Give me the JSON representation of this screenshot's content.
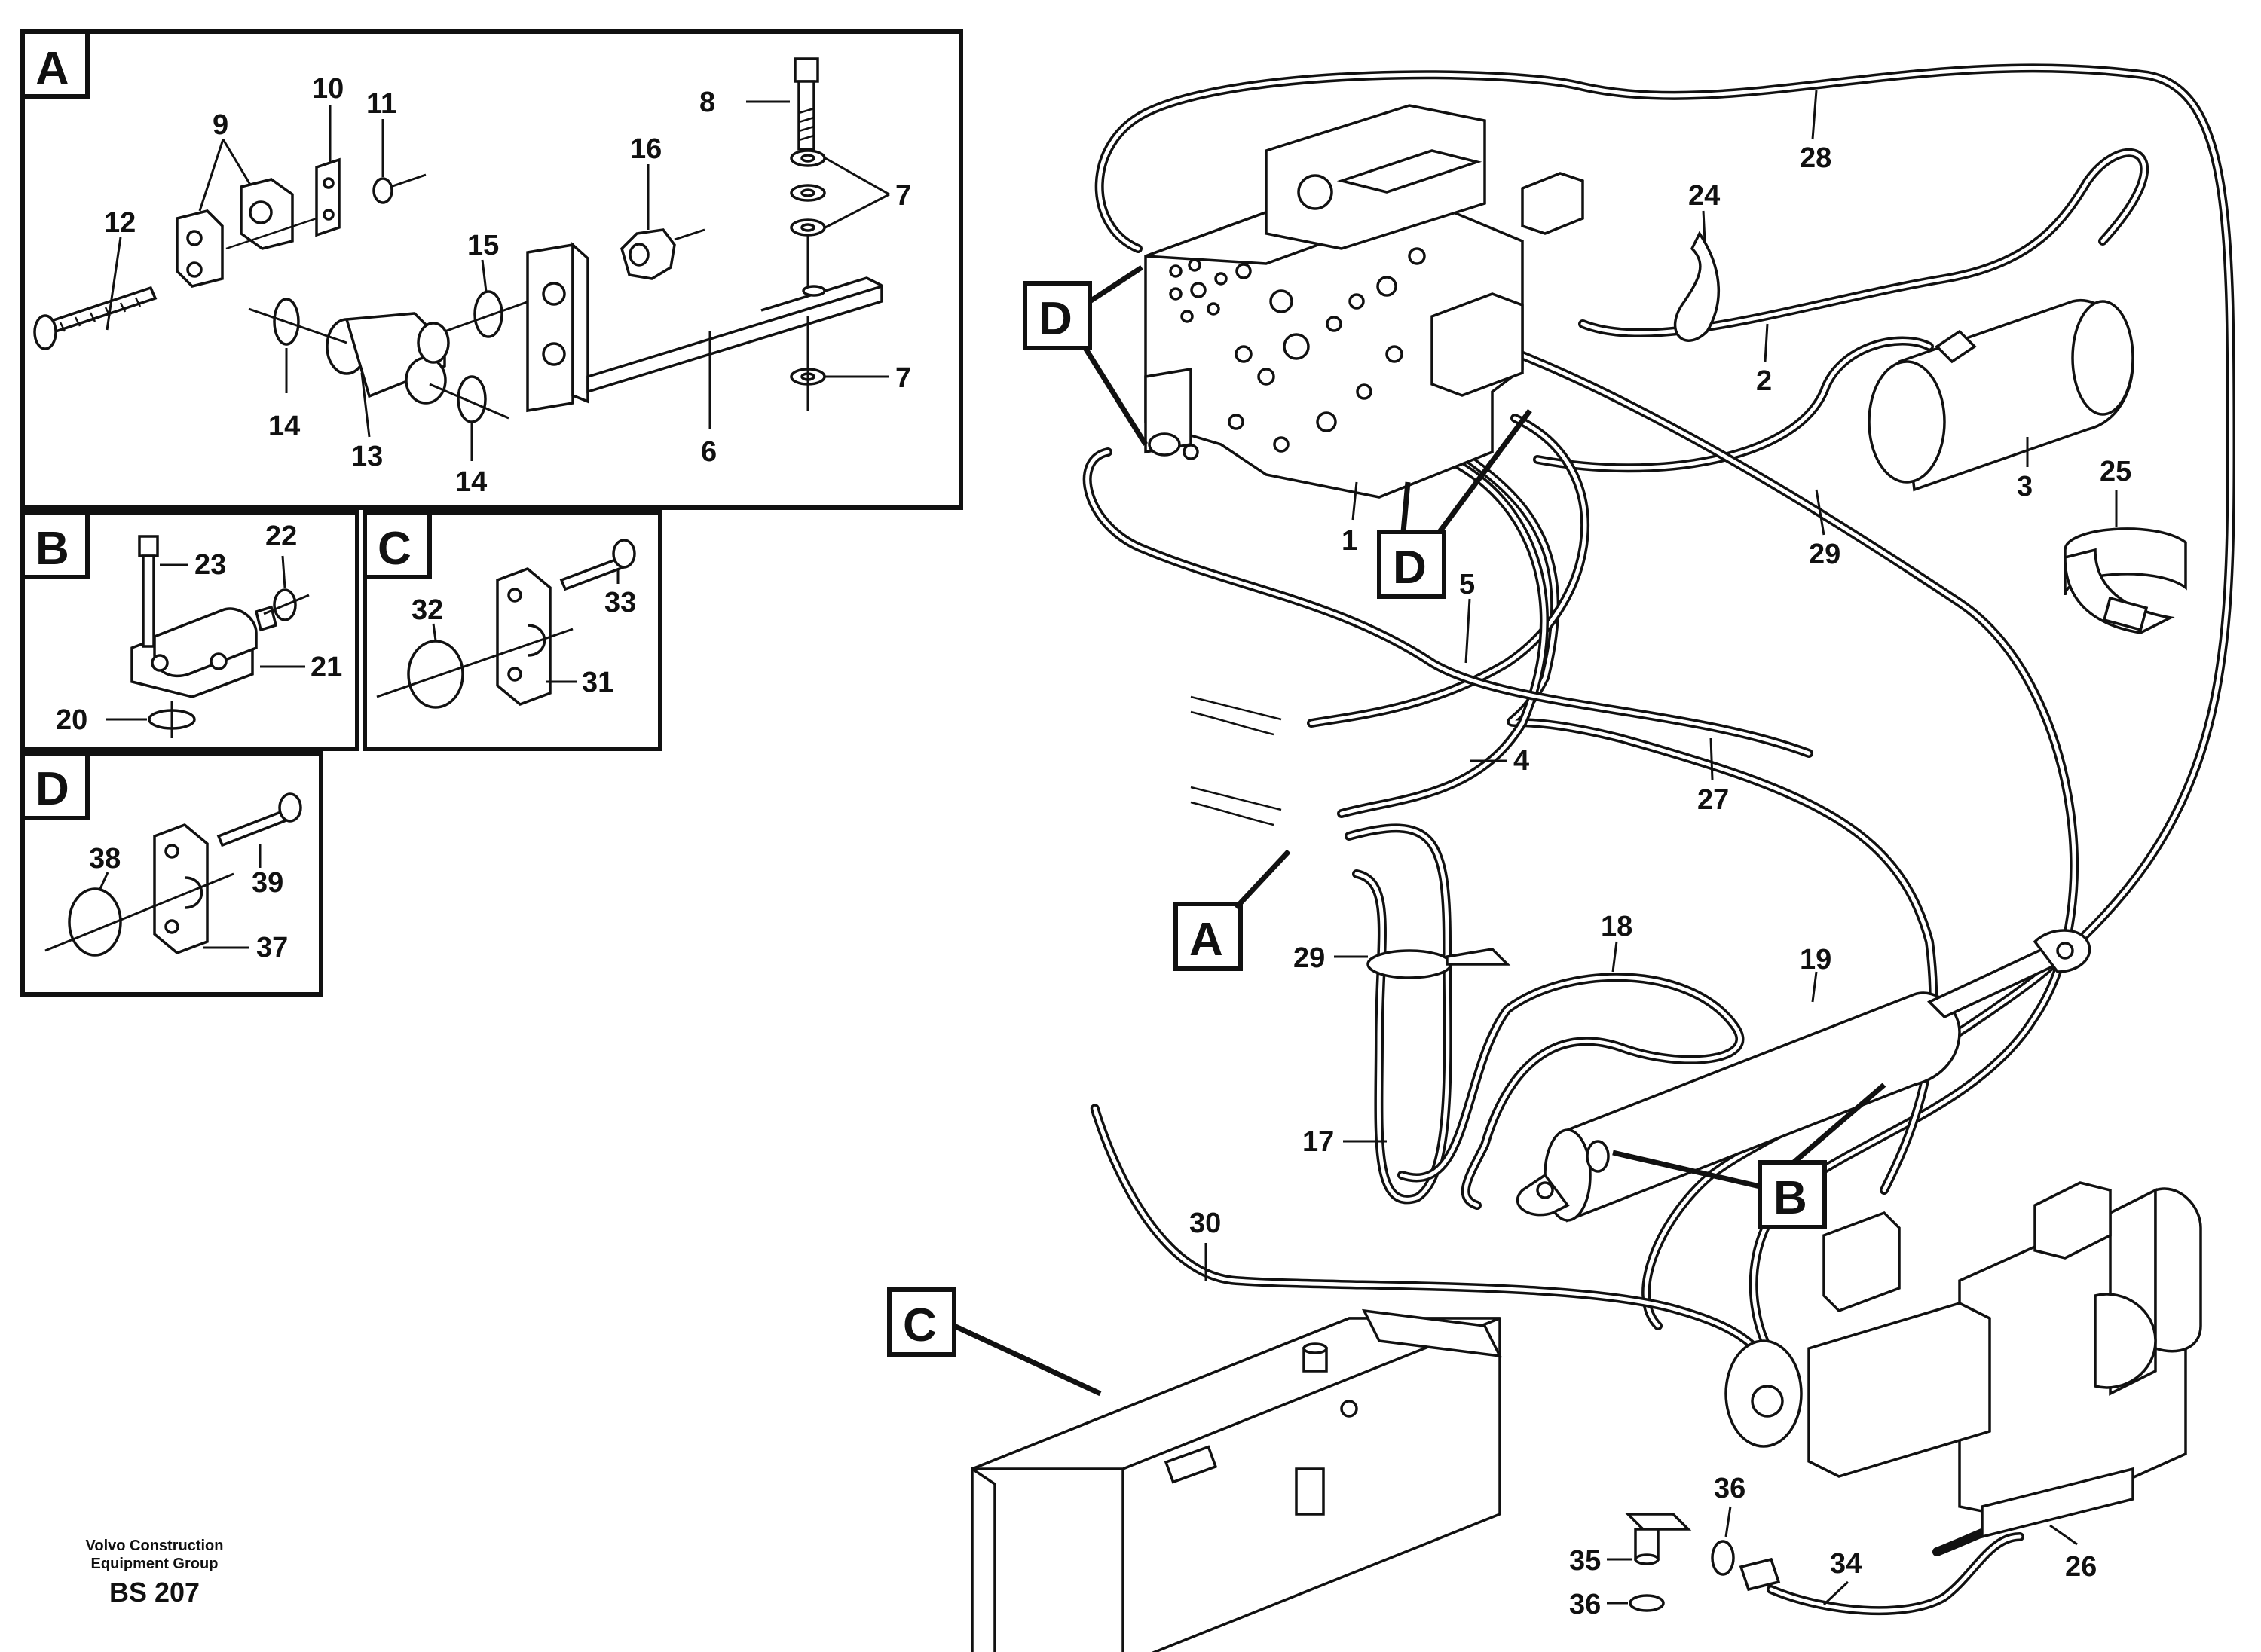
{
  "detail_boxes": {
    "A": {
      "letter": "A",
      "callouts": [
        "8",
        "7",
        "7",
        "16",
        "9",
        "10",
        "11",
        "12",
        "15",
        "14",
        "13",
        "14",
        "6"
      ]
    },
    "B": {
      "letter": "B",
      "callouts": [
        "23",
        "22",
        "21",
        "20"
      ]
    },
    "C": {
      "letter": "C",
      "callouts": [
        "32",
        "33",
        "31"
      ]
    },
    "D": {
      "letter": "D",
      "callouts": [
        "38",
        "39",
        "37"
      ]
    }
  },
  "main_view": {
    "letter_markers": [
      "D",
      "D",
      "A",
      "B",
      "C"
    ],
    "callouts": [
      "28",
      "24",
      "2",
      "3",
      "25",
      "29",
      "1",
      "5",
      "4",
      "27",
      "18",
      "19",
      "29",
      "17",
      "30",
      "36",
      "35",
      "36",
      "34",
      "26"
    ]
  },
  "publisher": {
    "line1": "Volvo Construction",
    "line2": "Equipment Group",
    "code": "BS 207"
  }
}
